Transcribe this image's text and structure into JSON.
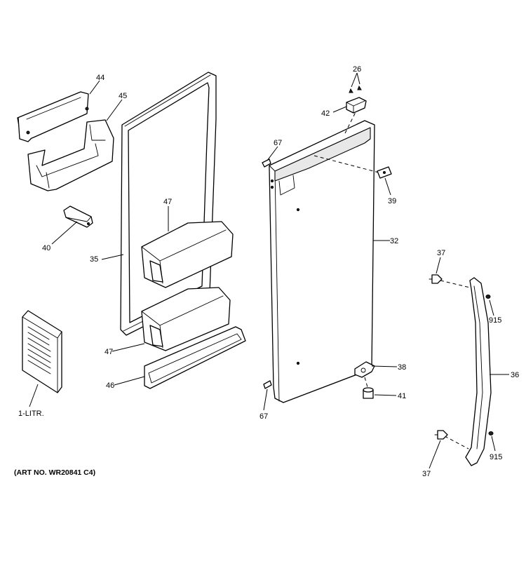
{
  "labels": {
    "p26": "26",
    "p42": "42",
    "p44": "44",
    "p45": "45",
    "p67a": "67",
    "p39": "39",
    "p47a": "47",
    "p40": "40",
    "p32": "32",
    "p35": "35",
    "p37a": "37",
    "p915a": "915",
    "p47b": "47",
    "p36": "36",
    "p38": "38",
    "p46": "46",
    "p41": "41",
    "p1litr": "1-LITR.",
    "p67b": "67",
    "p37b": "37",
    "p915b": "915"
  },
  "art_number": "(ART NO. WR20841 C4)"
}
